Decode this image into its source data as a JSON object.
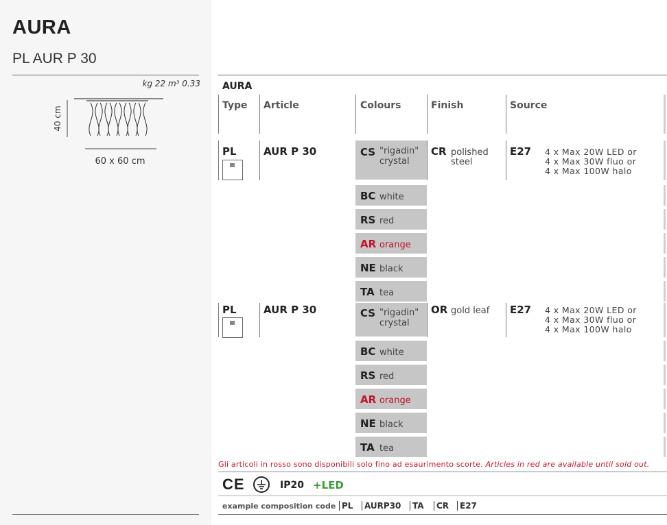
{
  "header": {
    "title": "AURA",
    "subtitle": "PL AUR P 30"
  },
  "spec": {
    "weight": "kg 22 m³ 0.33",
    "height": "40 cm",
    "width": "60 x 60 cm"
  },
  "table": {
    "brand": "AURA",
    "columns": [
      "Type",
      "Article",
      "Colours",
      "Finish",
      "Source"
    ],
    "rows": [
      {
        "type": "PL",
        "article": "AUR P 30",
        "finish_code": "CR",
        "finish_l1": "polished",
        "finish_l2": "steel",
        "source": "E27",
        "lamp1": "4 x Max 20W LED or",
        "lamp2": "4 x Max 30W fluo or",
        "lamp3": "4 x Max 100W halo",
        "colours": [
          {
            "code": "CS",
            "l1": "\"rigadin\"",
            "l2": "crystal"
          },
          {
            "code": "BC",
            "l1": "white"
          },
          {
            "code": "RS",
            "l1": "red"
          },
          {
            "code": "AR",
            "l1": "orange"
          },
          {
            "code": "NE",
            "l1": "black"
          },
          {
            "code": "TA",
            "l1": "tea"
          }
        ]
      },
      {
        "type": "PL",
        "article": "AUR P 30",
        "finish_code": "OR",
        "finish_l1": "gold leaf",
        "finish_l2": "",
        "source": "E27",
        "lamp1": "4 x Max 20W LED or",
        "lamp2": "4 x Max 30W fluo or",
        "lamp3": "4 x Max 100W halo",
        "colours": [
          {
            "code": "CS",
            "l1": "\"rigadin\"",
            "l2": "crystal"
          },
          {
            "code": "BC",
            "l1": "white"
          },
          {
            "code": "RS",
            "l1": "red"
          },
          {
            "code": "AR",
            "l1": "orange"
          },
          {
            "code": "NE",
            "l1": "black"
          },
          {
            "code": "TA",
            "l1": "tea"
          }
        ]
      }
    ]
  },
  "note": {
    "it": "Gli articoli in rosso sono disponibili solo fino ad esaurimento scorte.",
    "en": "Articles in red are available until sold out."
  },
  "certs": {
    "ce": "CE",
    "ip": "IP20",
    "led": "+LED"
  },
  "composition": {
    "label": "example composition code",
    "parts": [
      "PL",
      "AURP30",
      "TA",
      "CR",
      "E27"
    ]
  },
  "colors": {
    "red_accent": "#c0142a",
    "led_green": "#3c9b3c",
    "swatch_grey": "#c6c6c6"
  }
}
